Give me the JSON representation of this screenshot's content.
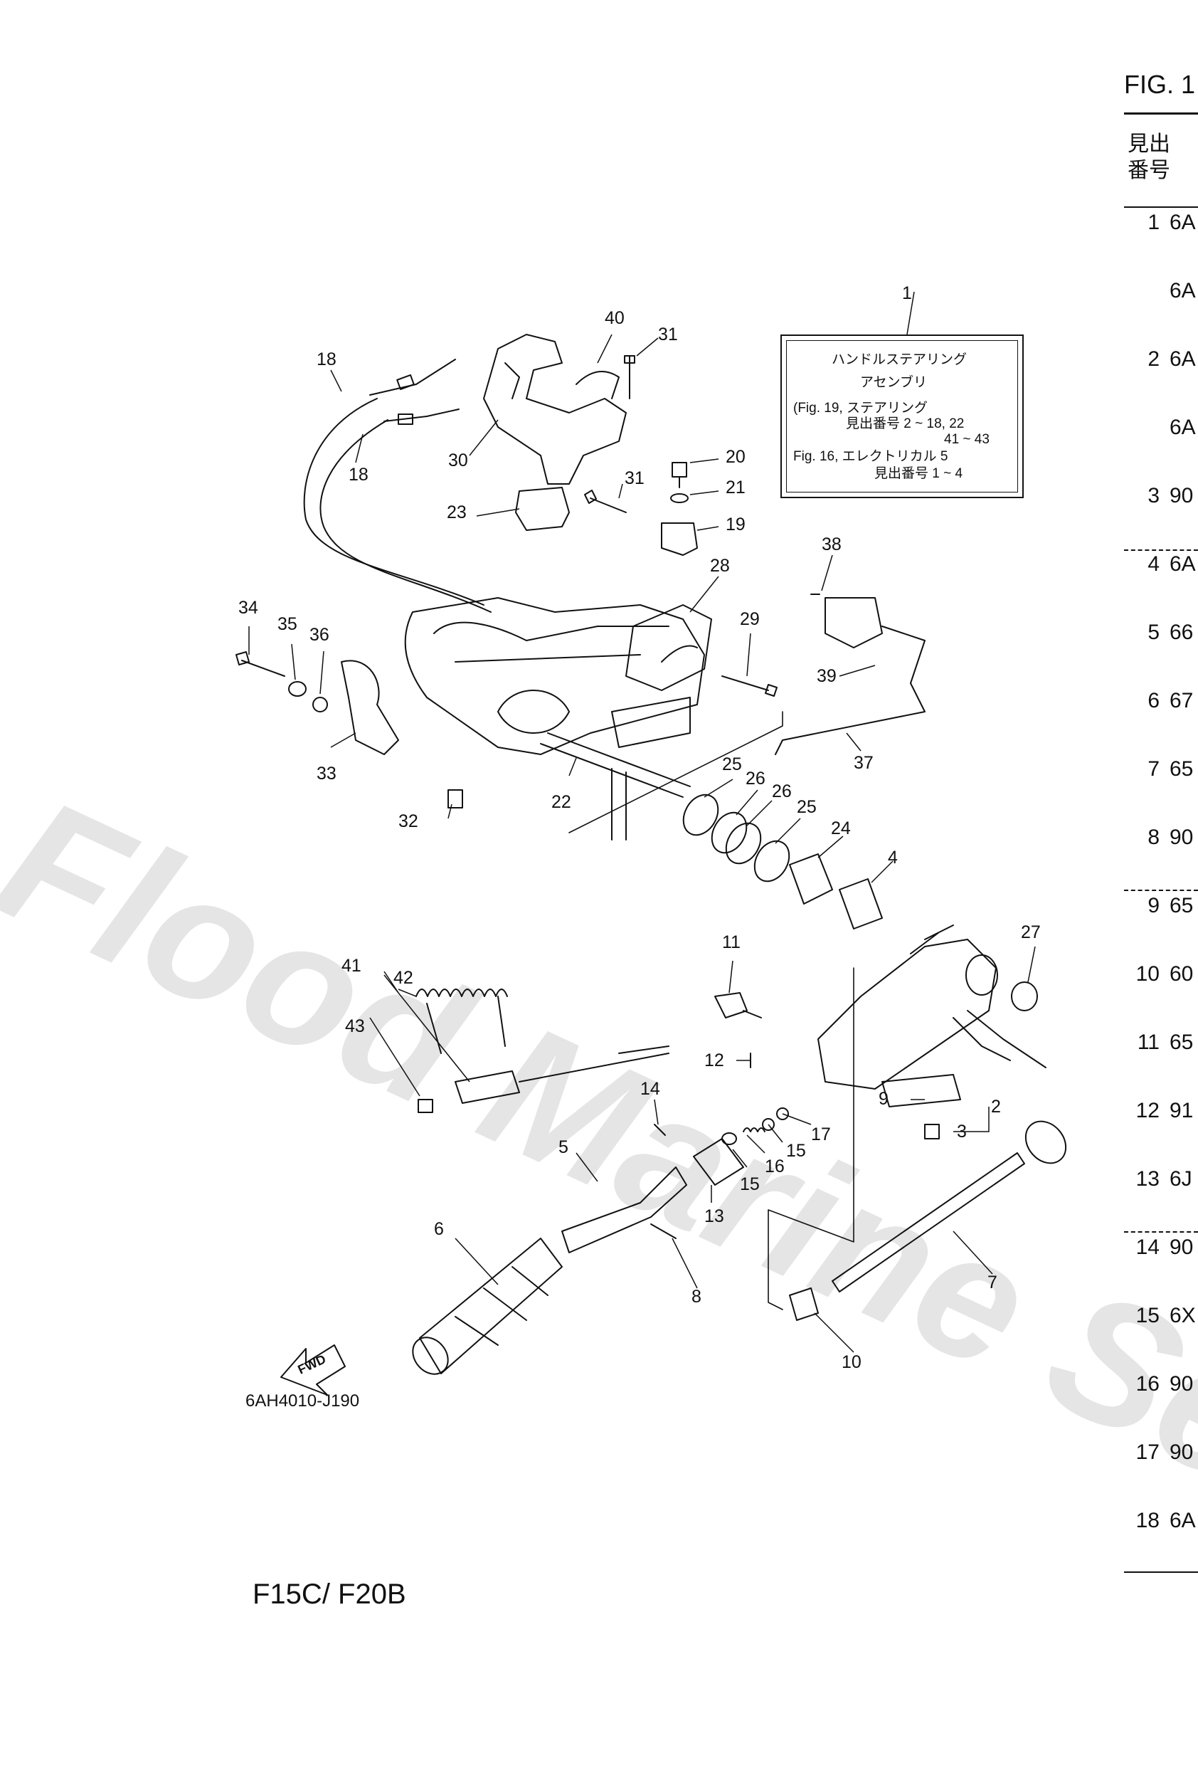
{
  "page": {
    "watermark": "Flood Marine Services"
  },
  "figure": {
    "title": "FIG. 1",
    "code": "6AH4010-J190",
    "model": "F15C/ F20B",
    "fwd_label": "FWD"
  },
  "note_box": {
    "number": "1",
    "lines": [
      "ハンドルステアリング",
      "アセンブリ",
      "(Fig. 19, ステアリング",
      "見出番号 2 ~ 18, 22",
      "41 ~ 43",
      "Fig. 16, エレクトリカル 5",
      "見出番号 1 ~ 4"
    ]
  },
  "parts_list": {
    "header": [
      "見出",
      "番号"
    ],
    "rows": [
      {
        "no": "1",
        "part": "6A"
      },
      {
        "no": "",
        "part": "6A"
      },
      {
        "no": "2",
        "part": "6A"
      },
      {
        "no": "",
        "part": "6A"
      },
      {
        "no": "3",
        "part": "90"
      },
      {
        "no": "4",
        "part": "6A"
      },
      {
        "no": "5",
        "part": "66"
      },
      {
        "no": "6",
        "part": "67"
      },
      {
        "no": "7",
        "part": "65"
      },
      {
        "no": "8",
        "part": "90"
      },
      {
        "no": "9",
        "part": "65"
      },
      {
        "no": "10",
        "part": "60"
      },
      {
        "no": "11",
        "part": "65"
      },
      {
        "no": "12",
        "part": "91"
      },
      {
        "no": "13",
        "part": "6J"
      },
      {
        "no": "14",
        "part": "90"
      },
      {
        "no": "15",
        "part": "6X"
      },
      {
        "no": "16",
        "part": "90"
      },
      {
        "no": "17",
        "part": "90"
      },
      {
        "no": "18",
        "part": "6A"
      }
    ]
  },
  "callouts": [
    "18",
    "18",
    "40",
    "31",
    "30",
    "31",
    "23",
    "20",
    "21",
    "19",
    "38",
    "28",
    "29",
    "39",
    "34",
    "35",
    "36",
    "37",
    "33",
    "22",
    "32",
    "25",
    "26",
    "26",
    "25",
    "24",
    "4",
    "11",
    "27",
    "41",
    "42",
    "43",
    "12",
    "9",
    "2",
    "3",
    "14",
    "5",
    "17",
    "15",
    "16",
    "15",
    "13",
    "6",
    "8",
    "7",
    "10"
  ]
}
